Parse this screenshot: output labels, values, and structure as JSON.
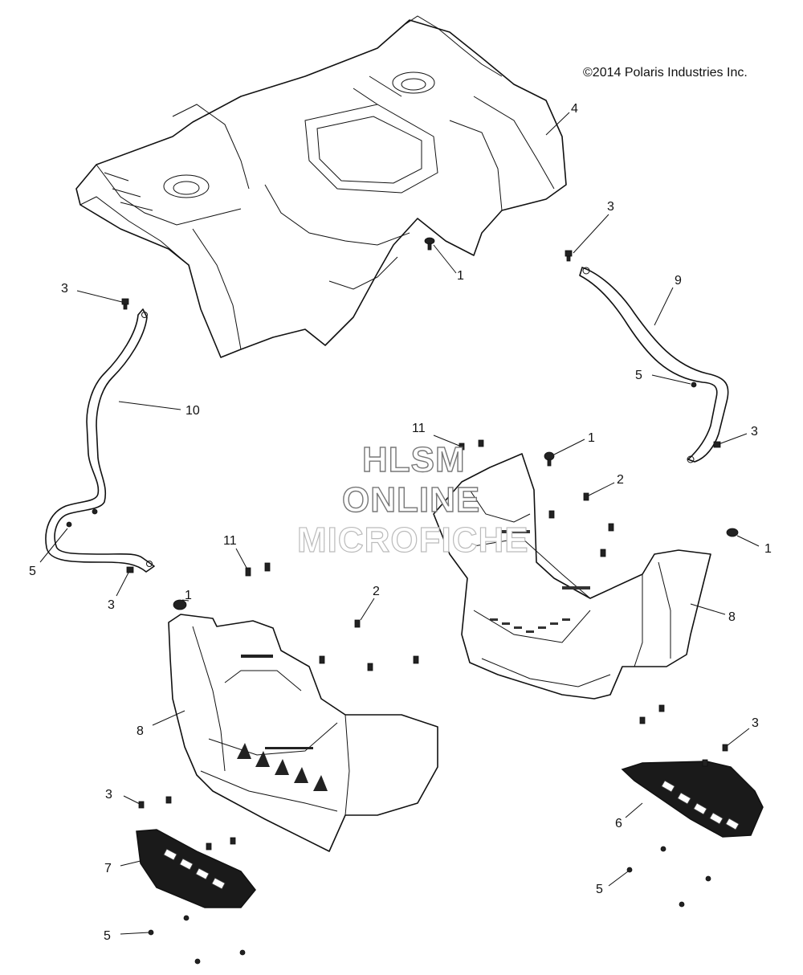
{
  "copyright": "©2014 Polaris Industries Inc.",
  "watermark": {
    "line1": "HLSM",
    "line2": "ONLINE",
    "line3": "MICROFICHE"
  },
  "callouts": [
    {
      "id": "c4",
      "text": "4"
    },
    {
      "id": "c3a",
      "text": "3"
    },
    {
      "id": "c1a",
      "text": "1"
    },
    {
      "id": "c9",
      "text": "9"
    },
    {
      "id": "c3b",
      "text": "3"
    },
    {
      "id": "c10",
      "text": "10"
    },
    {
      "id": "c5a",
      "text": "5"
    },
    {
      "id": "c11a",
      "text": "11"
    },
    {
      "id": "c1b",
      "text": "1"
    },
    {
      "id": "c3c",
      "text": "3"
    },
    {
      "id": "c2a",
      "text": "2"
    },
    {
      "id": "c5b",
      "text": "5"
    },
    {
      "id": "c1c",
      "text": "1"
    },
    {
      "id": "c3d",
      "text": "3"
    },
    {
      "id": "c11b",
      "text": "11"
    },
    {
      "id": "c1d",
      "text": "1"
    },
    {
      "id": "c2b",
      "text": "2"
    },
    {
      "id": "c8a",
      "text": "8"
    },
    {
      "id": "c8b",
      "text": "8"
    },
    {
      "id": "c3e",
      "text": "3"
    },
    {
      "id": "c3f",
      "text": "3"
    },
    {
      "id": "c6",
      "text": "6"
    },
    {
      "id": "c7",
      "text": "7"
    },
    {
      "id": "c5c",
      "text": "5"
    },
    {
      "id": "c5d",
      "text": "5"
    }
  ]
}
